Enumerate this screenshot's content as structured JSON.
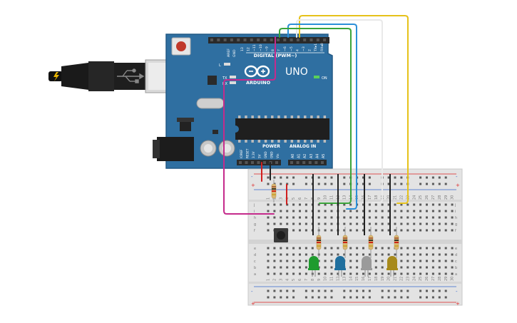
{
  "board": {
    "logo_text": "UNO",
    "brand_text": "ARDUINO",
    "digital_label": "DIGITAL (PWM~)",
    "analog_label": "ANALOG IN",
    "power_label": "POWER",
    "on_label": "ON",
    "l_label": "L",
    "tx_label": "TX",
    "rx_label": "RX",
    "aref_label": "AREF",
    "gnd_label": "GND",
    "digital_pins": [
      "13",
      "12",
      "~11",
      "~10",
      "~9",
      "8",
      "7",
      "~6",
      "~5",
      "4",
      "~3",
      "2",
      "TX▸1",
      "RX◂0"
    ],
    "power_pins": [
      "IOREF",
      "RESET",
      "3.3V",
      "5V",
      "GND",
      "GND",
      "Vin"
    ],
    "analog_pins": [
      "A0",
      "A1",
      "A2",
      "A3",
      "A4",
      "A5"
    ],
    "colors": {
      "board": "#2f6fa1",
      "board_dark": "#245a86",
      "header": "#2a2a2a"
    }
  },
  "breadboard": {
    "row_letters_top": [
      "j",
      "i",
      "h",
      "g",
      "f"
    ],
    "row_letters_bottom": [
      "e",
      "d",
      "c",
      "b",
      "a"
    ],
    "rail_plus": "+",
    "rail_minus": "-",
    "column_numbers": [
      "1",
      "2",
      "3",
      "4",
      "5",
      "6",
      "7",
      "8",
      "9",
      "10",
      "11",
      "12",
      "13",
      "14",
      "15",
      "16",
      "17",
      "18",
      "19",
      "20",
      "21",
      "22",
      "23",
      "24",
      "25",
      "26",
      "27",
      "28",
      "29",
      "30"
    ]
  },
  "leds": [
    {
      "color_name": "green",
      "color": "#1e9b2e"
    },
    {
      "color_name": "blue",
      "color": "#1f6f9e"
    },
    {
      "color_name": "gray",
      "color": "#9a9a9a"
    },
    {
      "color_name": "yellow",
      "color": "#a78a1b"
    }
  ],
  "wires": [
    {
      "name": "yellow",
      "color": "#e6c21a"
    },
    {
      "name": "white",
      "color": "#e9e9e9"
    },
    {
      "name": "blue",
      "color": "#2b8fd8"
    },
    {
      "name": "green",
      "color": "#3aa43a"
    },
    {
      "name": "magenta",
      "color": "#c52b8c"
    },
    {
      "name": "red",
      "color": "#d12020"
    },
    {
      "name": "black",
      "color": "#222222"
    }
  ]
}
